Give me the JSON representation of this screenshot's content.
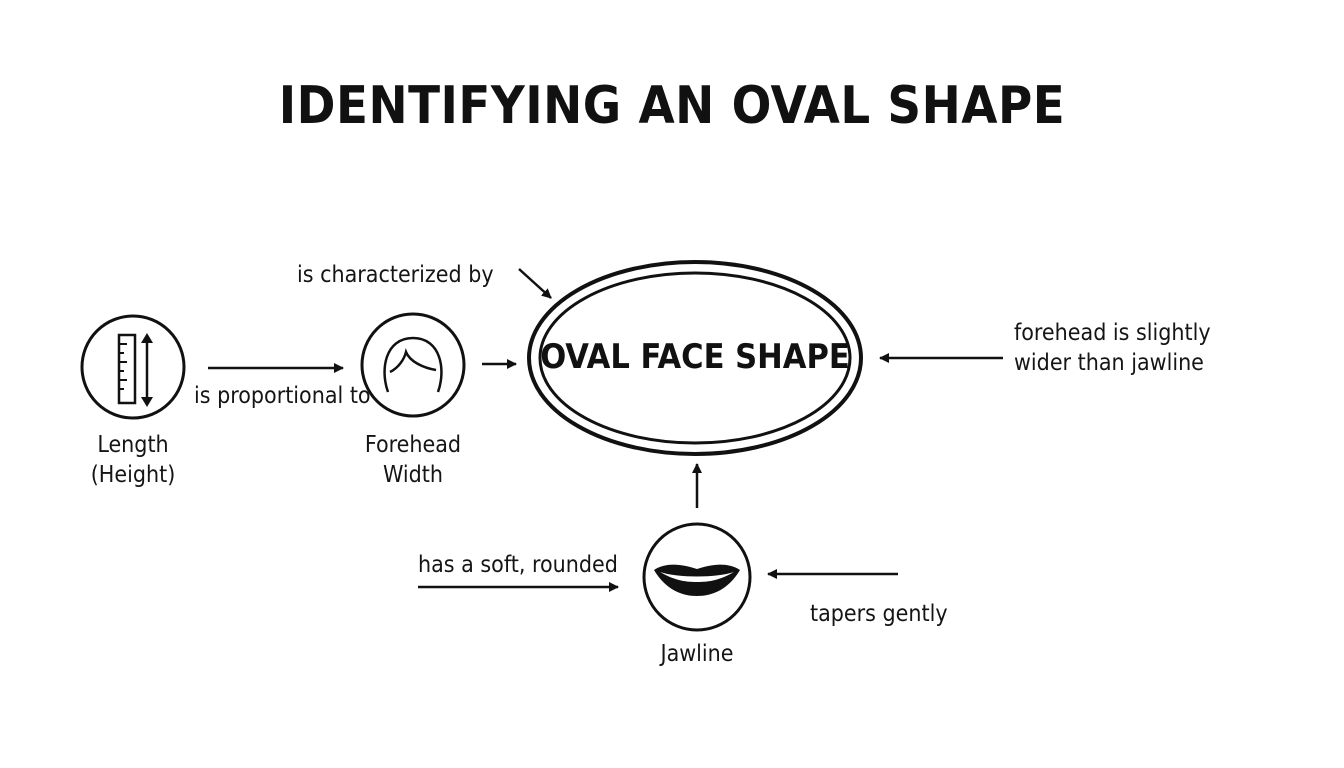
{
  "title": "IDENTIFYING AN OVAL SHAPE",
  "central_node": {
    "label": "OVAL FACE SHAPE"
  },
  "nodes": {
    "length": {
      "line1": "Length",
      "line2": "(Height)",
      "icon": "ruler-vertical-arrow-icon"
    },
    "forehead": {
      "line1": "Forehead",
      "line2": "Width",
      "icon": "hair-head-outline-icon"
    },
    "jawline": {
      "label": "Jawline",
      "icon": "lips-icon"
    }
  },
  "edges": {
    "length_to_forehead": "is proportional to",
    "characterized_by": "is characterized by",
    "forehead_wider": {
      "line1": "forehead is slightly",
      "line2": "wider than jawline"
    },
    "soft_rounded": "has a soft, rounded",
    "tapers_gently": "tapers gently"
  },
  "colors": {
    "ink": "#111111",
    "background": "#ffffff"
  }
}
